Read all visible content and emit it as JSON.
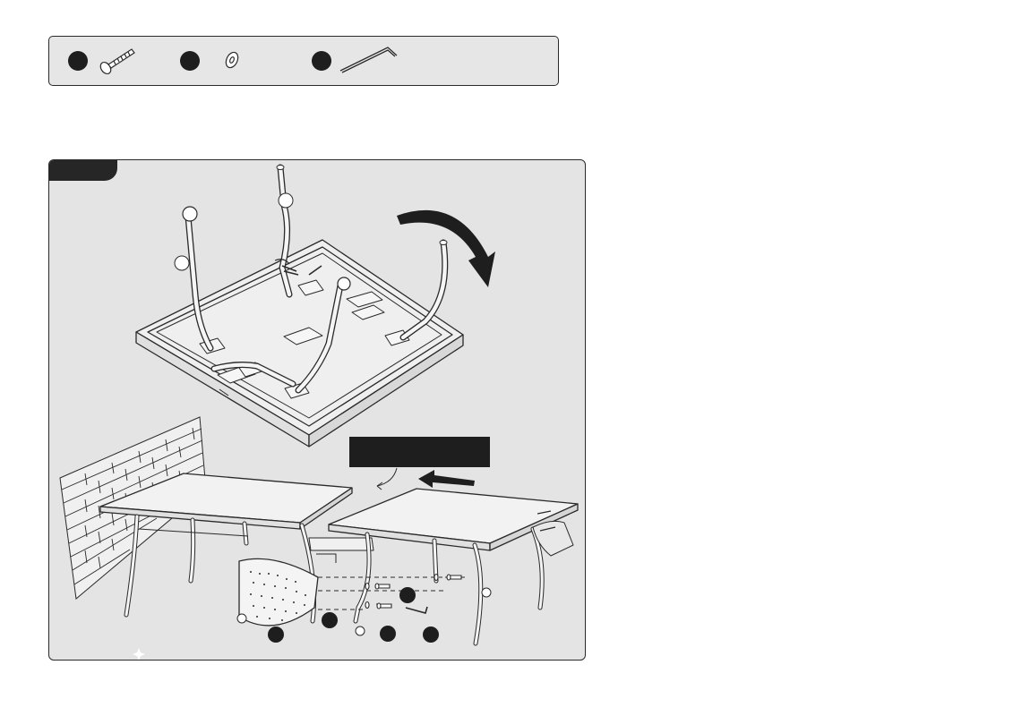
{
  "parts": [
    {
      "id": "screw",
      "icon": "screw-icon"
    },
    {
      "id": "washer",
      "icon": "washer-icon"
    },
    {
      "id": "allen-key",
      "icon": "allen-key-icon"
    }
  ],
  "step": {
    "label": "",
    "caption": "",
    "callouts": [
      "",
      "",
      "",
      "",
      "",
      "",
      ""
    ]
  },
  "colors": {
    "panel_bg": "#e4e4e4",
    "outline": "#2a2a2a",
    "badge": "#1e1e1e",
    "surface": "#f2f2f2"
  }
}
